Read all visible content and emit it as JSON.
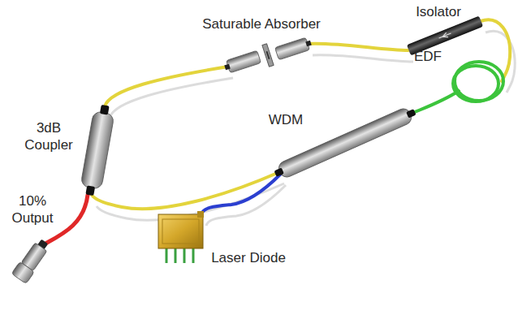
{
  "diagram": {
    "labels": [
      "Saturable Absorber",
      "Isolator",
      "EDF",
      "3dB Coupler",
      "WDM",
      "10% Output",
      "Laser Diode"
    ]
  }
}
